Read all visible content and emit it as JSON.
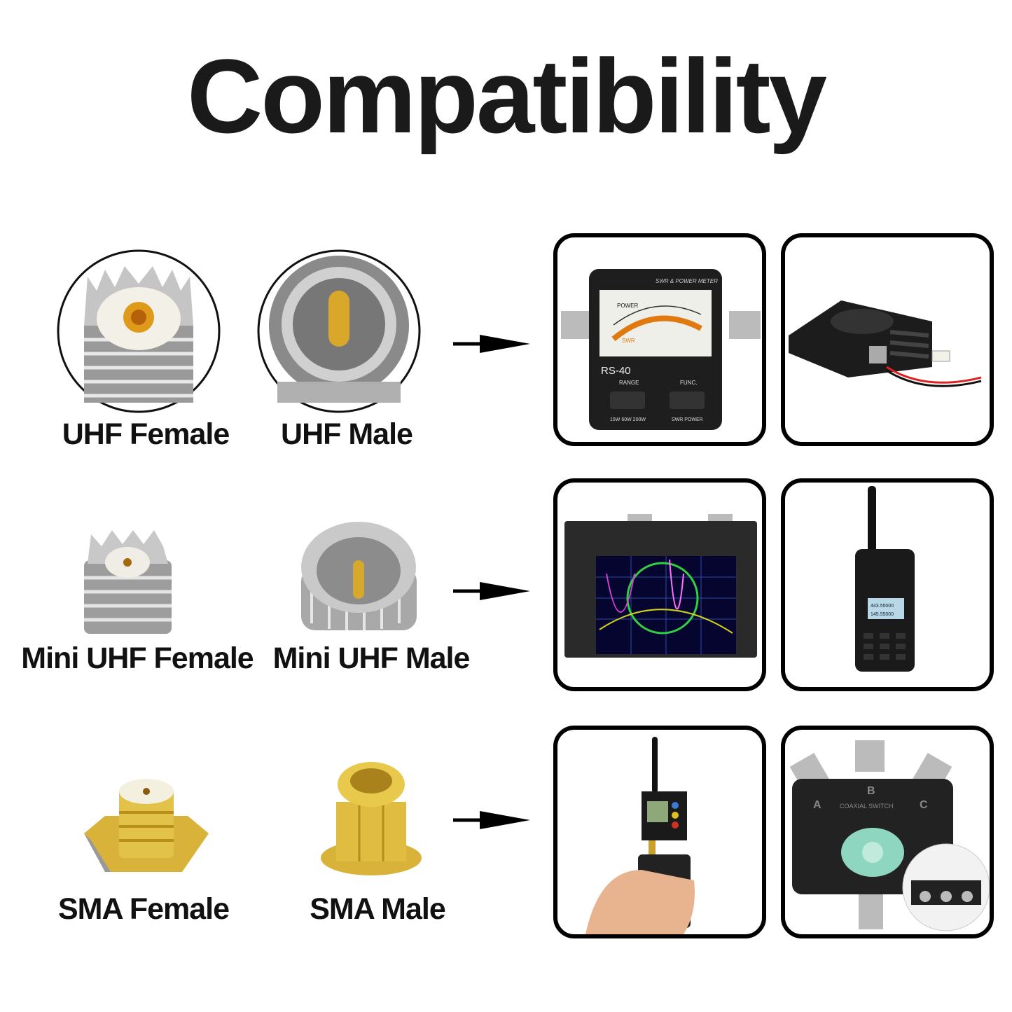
{
  "title": "Compatibility",
  "rows": [
    {
      "connectors": [
        {
          "label": "UHF Female"
        },
        {
          "label": "UHF Male"
        }
      ],
      "devices": [
        {
          "name": "swr-power-meter",
          "texts": {
            "header": "SWR & POWER METER",
            "model": "RS-40",
            "power": "POWER",
            "swr": "SWR",
            "range": "RANGE",
            "func": "FUNC.",
            "range_opts": "15W 60W 200W",
            "func_opts": "SWR  POWER"
          }
        },
        {
          "name": "mobile-radio"
        }
      ]
    },
    {
      "connectors": [
        {
          "label": "Mini UHF Female"
        },
        {
          "label": "Mini UHF Male"
        }
      ],
      "devices": [
        {
          "name": "vector-network-analyzer"
        },
        {
          "name": "handheld-radio",
          "texts": {
            "freq1": "443.55000",
            "freq2": "145.55000"
          }
        }
      ]
    },
    {
      "connectors": [
        {
          "label": "SMA Female"
        },
        {
          "label": "SMA Male"
        }
      ],
      "devices": [
        {
          "name": "handheld-radio-with-meter"
        },
        {
          "name": "coaxial-switch",
          "texts": {
            "name": "COAXIAL SWITCH",
            "a": "A",
            "b": "B",
            "c": "C"
          }
        }
      ]
    }
  ],
  "colors": {
    "text": "#111111",
    "border": "#000000",
    "gold": "#d9b23a",
    "silver": "#b8b8b8"
  }
}
